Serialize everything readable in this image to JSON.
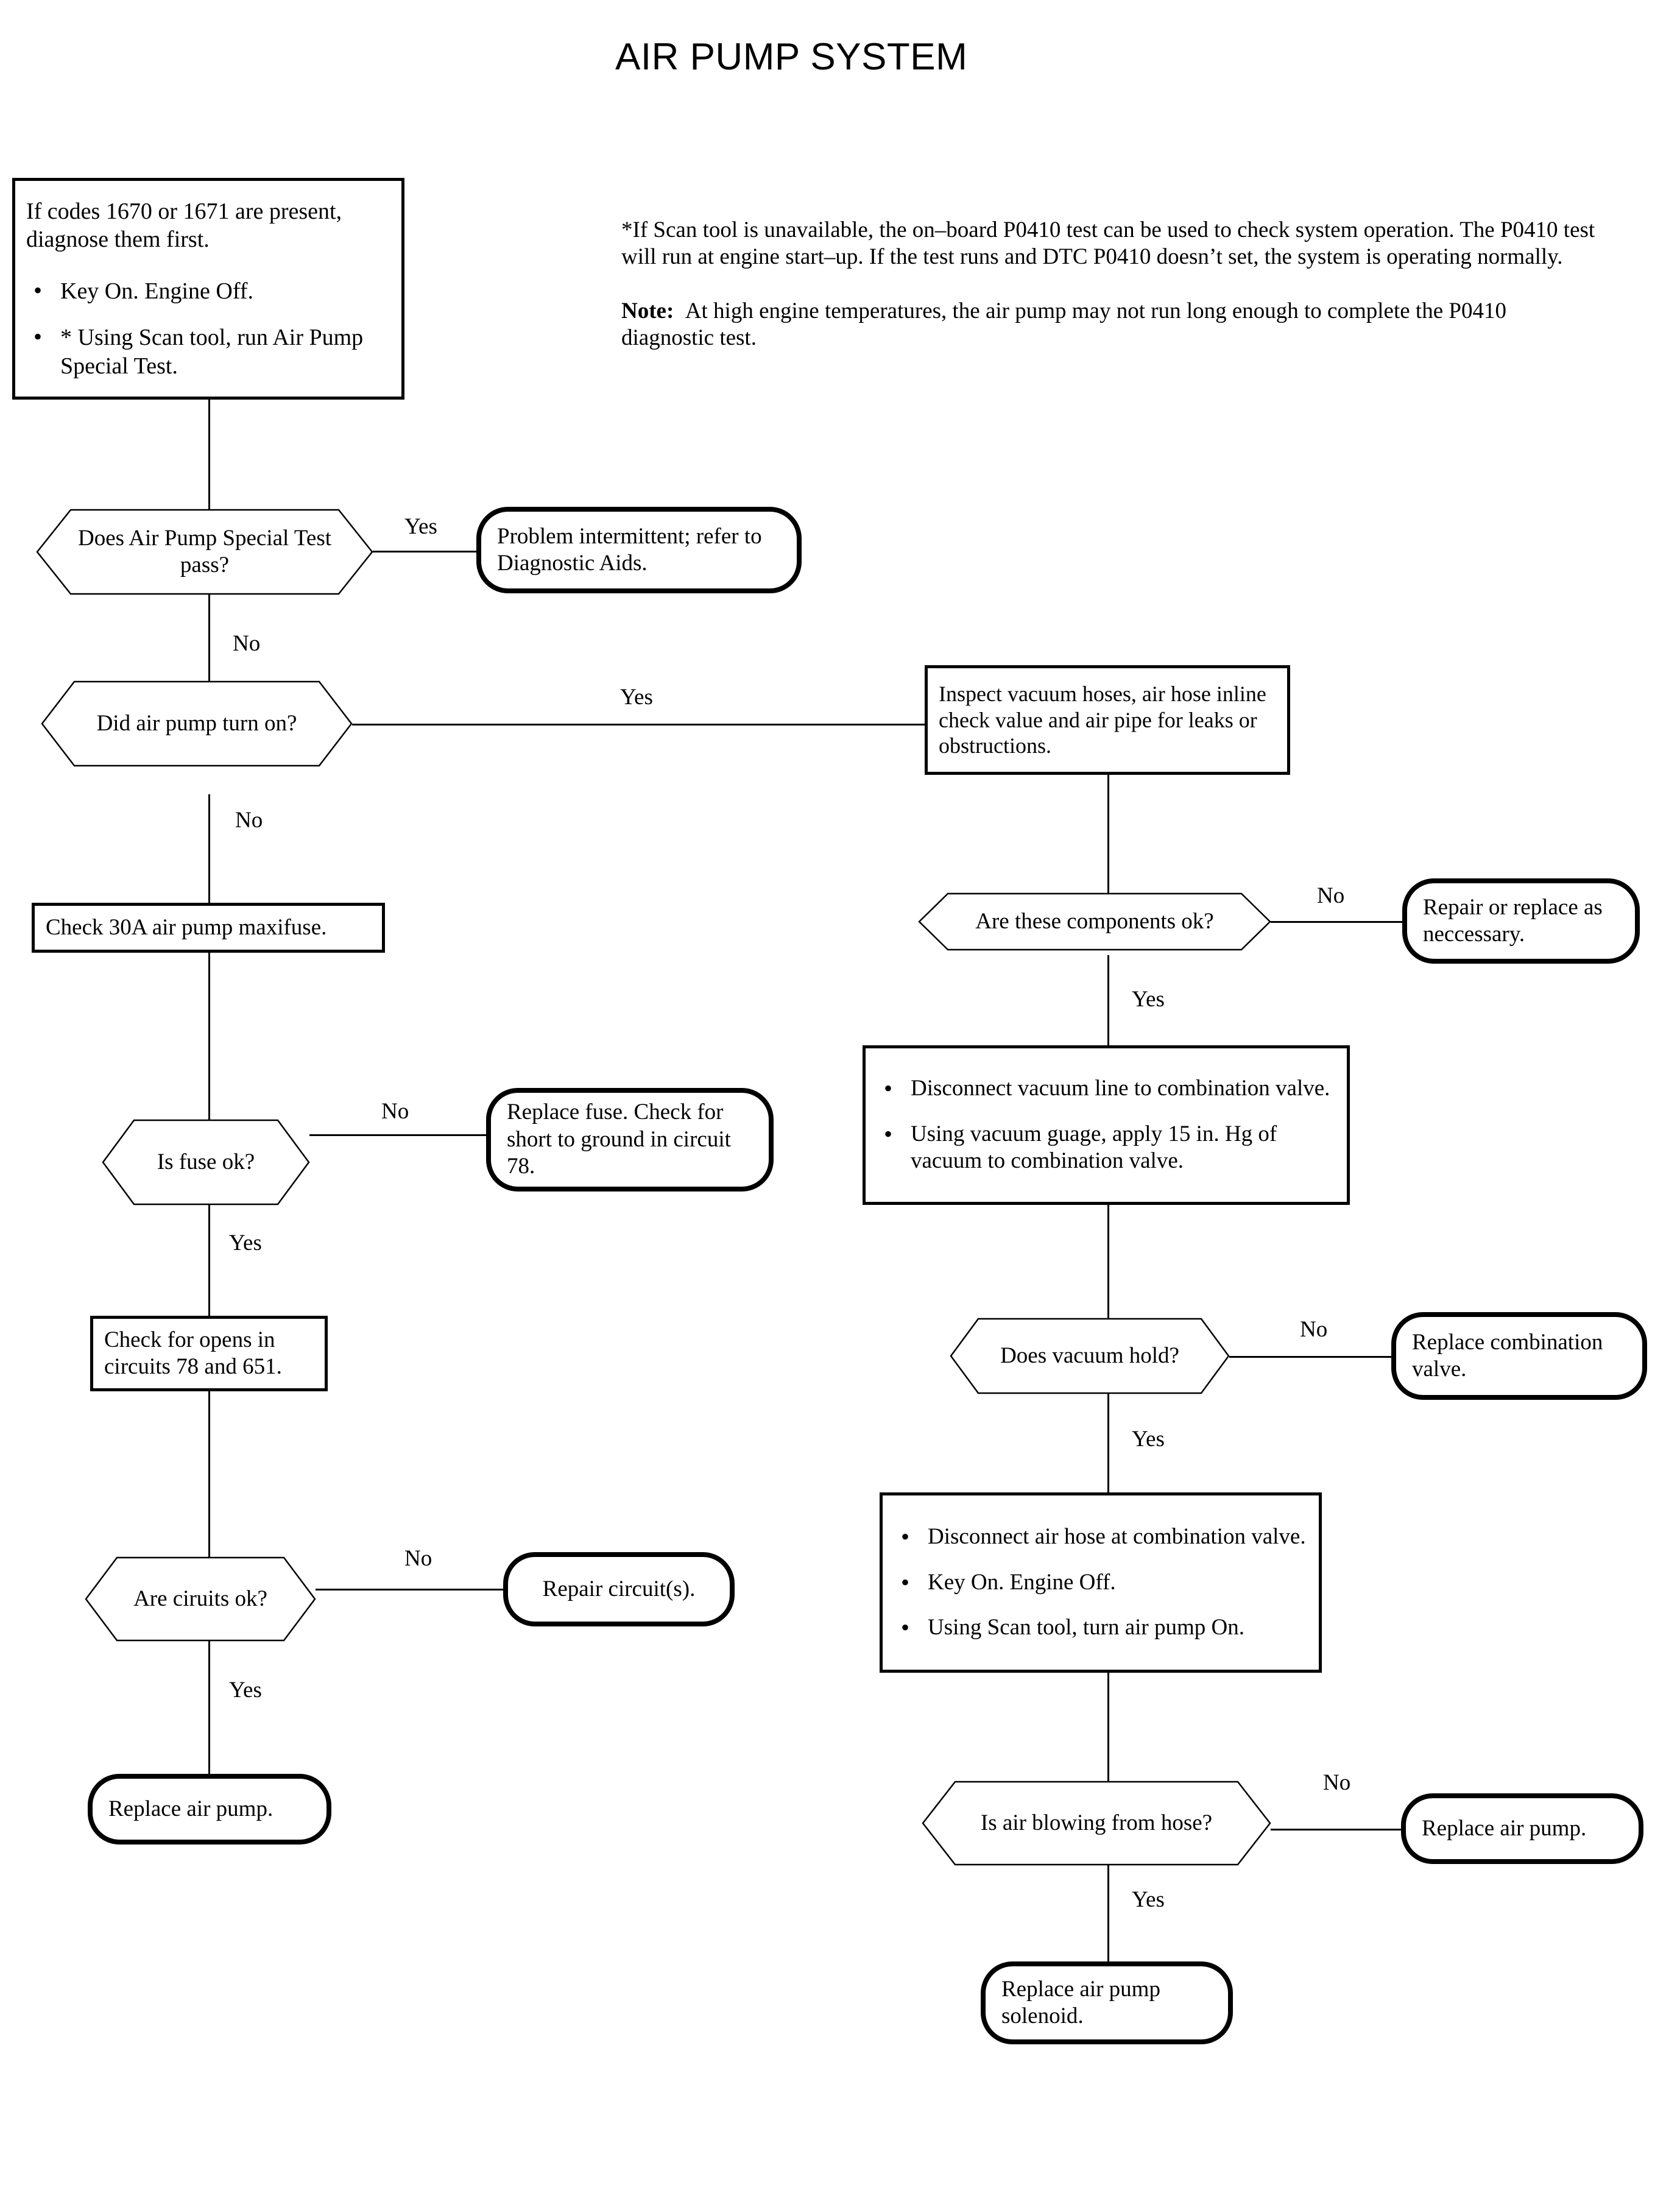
{
  "page": {
    "title": "AIR PUMP SYSTEM",
    "diagram_type": "flowchart",
    "background_color": "#ffffff",
    "line_color": "#000000"
  },
  "intro_box": {
    "heading": "If codes 1670 or 1671 are present, diagnose them first.",
    "bullets": [
      "Key On. Engine Off.",
      "* Using Scan tool, run Air Pump Special Test."
    ]
  },
  "note_block": {
    "footnote": "*If Scan tool is unavailable, the on–board P0410 test can be used to check system operation. The P0410 test will run at engine start–up. If the test runs and DTC P0410 doesn’t set, the system is operating normally.",
    "note_label": "Note:",
    "note_text": "At high engine temperatures, the air pump may not run long enough to complete the P0410 diagnostic test."
  },
  "nodes": {
    "d_special_test": "Does Air Pump Special Test pass?",
    "t_intermittent": "Problem intermittent; refer to Diagnostic Aids.",
    "d_pump_turn_on": "Did air pump turn on?",
    "p_inspect_vacuum": "Inspect vacuum hoses, air hose inline check value and air pipe for leaks or obstructions.",
    "p_check_maxifuse": "Check 30A air pump maxifuse.",
    "d_components_ok": "Are these components ok?",
    "t_repair_replace": "Repair or replace as neccessary.",
    "p_vacuum_steps_b1": "Disconnect vacuum line to combination valve.",
    "p_vacuum_steps_b2": "Using vacuum guage, apply 15 in. Hg of vacuum to combination valve.",
    "d_fuse_ok": "Is fuse ok?",
    "t_replace_fuse": "Replace fuse. Check for short to ground in circuit 78.",
    "p_check_opens": "Check for opens in circuits 78 and 651.",
    "d_vacuum_hold": "Does vacuum hold?",
    "t_replace_comb_valve": "Replace combination valve.",
    "d_circuits_ok": "Are ciruits ok?",
    "t_repair_circuits": "Repair circuit(s).",
    "p_airhose_steps_b1": "Disconnect air hose at combination valve.",
    "p_airhose_steps_b2": "Key On. Engine Off.",
    "p_airhose_steps_b3": "Using Scan tool, turn air pump On.",
    "t_replace_pump_left": "Replace air pump.",
    "d_air_blowing": "Is air blowing from hose?",
    "t_replace_pump_right": "Replace air pump.",
    "t_replace_solenoid": "Replace air pump solenoid."
  },
  "edge_labels": {
    "special_test_yes": "Yes",
    "special_test_no": "No",
    "pump_on_yes": "Yes",
    "pump_on_no": "No",
    "components_no": "No",
    "components_yes": "Yes",
    "fuse_no": "No",
    "fuse_yes": "Yes",
    "vacuum_no": "No",
    "vacuum_yes": "Yes",
    "circuits_no": "No",
    "circuits_yes": "Yes",
    "blowing_no": "No",
    "blowing_yes": "Yes"
  }
}
